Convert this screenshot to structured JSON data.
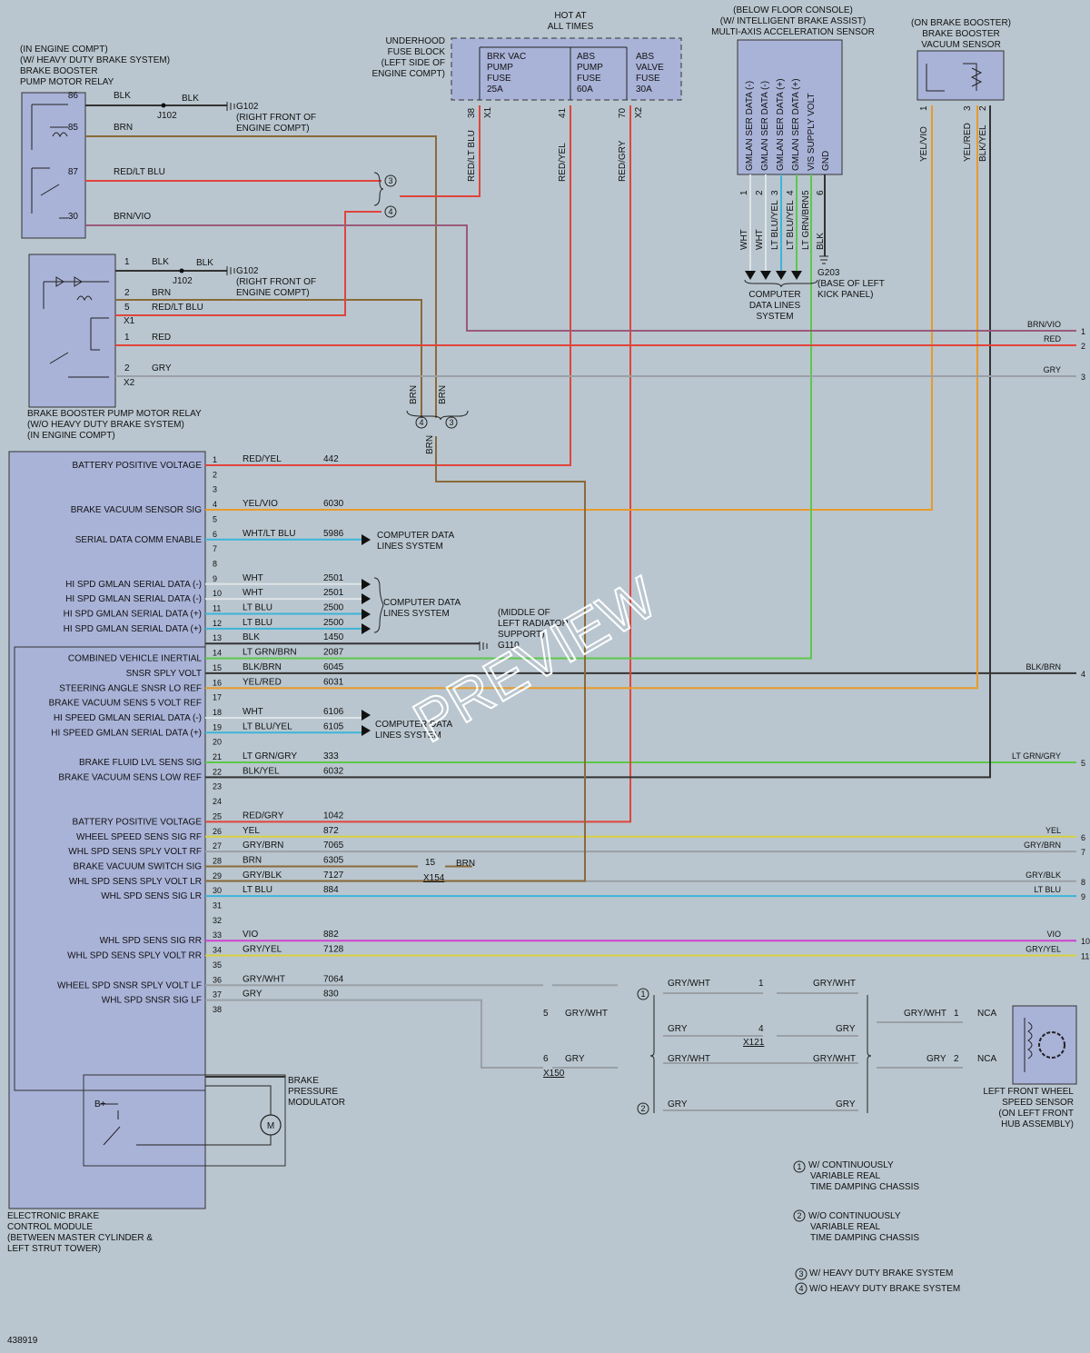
{
  "diagram_id": "438919",
  "watermark": "PREVIEW",
  "components": {
    "hd_relay": [
      "(IN ENGINE COMPT)",
      "(W/ HEAVY DUTY BRAKE SYSTEM)",
      "BRAKE BOOSTER",
      "PUMP MOTOR RELAY"
    ],
    "wo_hd_relay": [
      "BRAKE BOOSTER PUMP MOTOR RELAY",
      "(W/O HEAVY DUTY BRAKE SYSTEM)",
      "(IN ENGINE COMPT)"
    ],
    "fuse_block": [
      "UNDERHOOD",
      "FUSE BLOCK",
      "(LEFT SIDE OF",
      "ENGINE COMPT)"
    ],
    "hot_at": [
      "HOT AT",
      "ALL TIMES"
    ],
    "accel_sensor": [
      "(BELOW FLOOR CONSOLE)",
      "(W/ INTELLIGENT BRAKE ASSIST)",
      "MULTI-AXIS ACCELERATION SENSOR"
    ],
    "vacuum_sensor": [
      "(ON BRAKE BOOSTER)",
      "BRAKE BOOSTER",
      "VACUUM SENSOR"
    ],
    "ebcm": [
      "ELECTRONIC BRAKE",
      "CONTROL MODULE",
      "(BETWEEN MASTER CYLINDER &",
      "LEFT STRUT TOWER)"
    ],
    "modulator": [
      "BRAKE",
      "PRESSURE",
      "MODULATOR"
    ],
    "wheel_sensor": [
      "LEFT FRONT WHEEL",
      "SPEED SENSOR",
      "(ON LEFT FRONT",
      "HUB ASSEMBLY)"
    ],
    "b_plus": "B+",
    "cdl_accel": [
      "COMPUTER",
      "DATA LINES",
      "SYSTEM"
    ],
    "cdl_6": [
      "COMPUTER DATA",
      "LINES SYSTEM"
    ],
    "cdl_9": [
      "COMPUTER DATA",
      "LINES SYSTEM"
    ],
    "cdl_18": [
      "COMPUTER DATA",
      "LINES SYSTEM"
    ]
  },
  "fuses": [
    [
      "BRK VAC",
      "PUMP",
      "FUSE",
      "25A"
    ],
    [
      "ABS",
      "PUMP",
      "FUSE",
      "60A"
    ],
    [
      "ABS",
      "VALVE",
      "FUSE",
      "30A"
    ]
  ],
  "grounds": {
    "g102_a": [
      "G102",
      "(RIGHT FRONT OF",
      "ENGINE COMPT)"
    ],
    "g102_b": [
      "G102",
      "(RIGHT FRONT OF",
      "ENGINE COMPT)"
    ],
    "g110": [
      "(MIDDLE OF",
      "LEFT RADIATOR",
      "SUPPORT)",
      "G110"
    ],
    "g203": [
      "G203",
      "(BASE OF LEFT",
      "KICK PANEL)"
    ]
  },
  "splices": {
    "j102": "J102"
  },
  "notes": {
    "n1": "1",
    "n2": "2",
    "n3": "3",
    "n4": "4",
    "items": [
      [
        "W/ CONTINUOUSLY",
        "VARIABLE REAL",
        "TIME DAMPING CHASSIS"
      ],
      [
        "W/O CONTINUOUSLY",
        "VARIABLE REAL",
        "TIME DAMPING CHASSIS"
      ],
      [
        "W/ HEAVY DUTY BRAKE SYSTEM"
      ],
      [
        "W/O HEAVY DUTY BRAKE SYSTEM"
      ]
    ]
  },
  "colors": {
    "red": "#e0443c",
    "brown": "#8a6a3a",
    "orange": "#e89a2a",
    "blue": "#3cb4d8",
    "green": "#5cc84a",
    "gray": "#9aa0a6",
    "black": "#333333",
    "violet": "#d040d0",
    "yellow": "#d8d040",
    "white": "#dfe4e8",
    "brnvio": "#9a5a7a"
  },
  "ebcm_pins": [
    {
      "pin": "1",
      "label": "BATTERY POSITIVE VOLTAGE",
      "color": "RED/YEL",
      "circuit": "442"
    },
    {
      "pin": "2",
      "label": "",
      "color": "",
      "circuit": ""
    },
    {
      "pin": "3",
      "label": "",
      "color": "",
      "circuit": ""
    },
    {
      "pin": "4",
      "label": "BRAKE VACUUM SENSOR SIG",
      "color": "YEL/VIO",
      "circuit": "6030"
    },
    {
      "pin": "5",
      "label": "",
      "color": "",
      "circuit": ""
    },
    {
      "pin": "6",
      "label": "SERIAL DATA COMM ENABLE",
      "color": "WHT/LT BLU",
      "circuit": "5986"
    },
    {
      "pin": "7",
      "label": "",
      "color": "",
      "circuit": ""
    },
    {
      "pin": "8",
      "label": "",
      "color": "",
      "circuit": ""
    },
    {
      "pin": "9",
      "label": "HI SPD GMLAN SERIAL DATA (-)",
      "color": "WHT",
      "circuit": "2501"
    },
    {
      "pin": "10",
      "label": "HI SPD GMLAN SERIAL DATA (-)",
      "color": "WHT",
      "circuit": "2501"
    },
    {
      "pin": "11",
      "label": "HI SPD GMLAN SERIAL DATA (+)",
      "color": "LT BLU",
      "circuit": "2500"
    },
    {
      "pin": "12",
      "label": "HI SPD GMLAN SERIAL DATA (+)",
      "color": "LT BLU",
      "circuit": "2500"
    },
    {
      "pin": "13",
      "label": "",
      "color": "BLK",
      "circuit": "1450"
    },
    {
      "pin": "14",
      "label": "COMBINED VEHICLE INERTIAL",
      "color": "LT GRN/BRN",
      "circuit": "2087"
    },
    {
      "pin": "15",
      "label": "SNSR SPLY VOLT",
      "color": "BLK/BRN",
      "circuit": "6045"
    },
    {
      "pin": "16",
      "label": "STEERING ANGLE SNSR LO REF",
      "color": "YEL/RED",
      "circuit": "6031"
    },
    {
      "pin": "17",
      "label": "BRAKE VACUUM SENS 5 VOLT REF",
      "color": "",
      "circuit": ""
    },
    {
      "pin": "18",
      "label": "HI SPEED GMLAN SERIAL DATA (-)",
      "color": "WHT",
      "circuit": "6106"
    },
    {
      "pin": "19",
      "label": "HI SPEED GMLAN SERIAL DATA (+)",
      "color": "LT BLU/YEL",
      "circuit": "6105"
    },
    {
      "pin": "20",
      "label": "",
      "color": "",
      "circuit": ""
    },
    {
      "pin": "21",
      "label": "BRAKE FLUID LVL SENS SIG",
      "color": "LT GRN/GRY",
      "circuit": "333"
    },
    {
      "pin": "22",
      "label": "BRAKE VACUUM SENS LOW REF",
      "color": "BLK/YEL",
      "circuit": "6032"
    },
    {
      "pin": "23",
      "label": "",
      "color": "",
      "circuit": ""
    },
    {
      "pin": "24",
      "label": "",
      "color": "",
      "circuit": ""
    },
    {
      "pin": "25",
      "label": "BATTERY POSITIVE VOLTAGE",
      "color": "RED/GRY",
      "circuit": "1042"
    },
    {
      "pin": "26",
      "label": "WHEEL SPEED SENS SIG RF",
      "color": "YEL",
      "circuit": "872"
    },
    {
      "pin": "27",
      "label": "WHL SPD SENS SPLY VOLT RF",
      "color": "GRY/BRN",
      "circuit": "7065"
    },
    {
      "pin": "28",
      "label": "BRAKE VACUUM SWITCH SIG",
      "color": "BRN",
      "circuit": "6305"
    },
    {
      "pin": "29",
      "label": "WHL SPD SENS SPLY VOLT LR",
      "color": "GRY/BLK",
      "circuit": "7127"
    },
    {
      "pin": "30",
      "label": "WHL SPD SENS SIG LR",
      "color": "LT BLU",
      "circuit": "884"
    },
    {
      "pin": "31",
      "label": "",
      "color": "",
      "circuit": ""
    },
    {
      "pin": "32",
      "label": "",
      "color": "",
      "circuit": ""
    },
    {
      "pin": "33",
      "label": "WHL SPD SENS SIG RR",
      "color": "VIO",
      "circuit": "882"
    },
    {
      "pin": "34",
      "label": "WHL SPD SENS SPLY VOLT RR",
      "color": "GRY/YEL",
      "circuit": "7128"
    },
    {
      "pin": "35",
      "label": "",
      "color": "",
      "circuit": ""
    },
    {
      "pin": "36",
      "label": "WHEEL SPD SNSR SPLY VOLT LF",
      "color": "GRY/WHT",
      "circuit": "7064"
    },
    {
      "pin": "37",
      "label": "WHL SPD SNSR SIG LF",
      "color": "GRY",
      "circuit": "830"
    },
    {
      "pin": "38",
      "label": "",
      "color": "",
      "circuit": ""
    }
  ],
  "right_edge": [
    {
      "num": "1",
      "label": "BRN/VIO"
    },
    {
      "num": "2",
      "label": "RED"
    },
    {
      "num": "3",
      "label": "GRY"
    },
    {
      "num": "4",
      "label": "BLK/BRN"
    },
    {
      "num": "5",
      "label": "LT GRN/GRY"
    },
    {
      "num": "6",
      "label": "YEL"
    },
    {
      "num": "7",
      "label": "GRY/BRN"
    },
    {
      "num": "8",
      "label": "GRY/BLK"
    },
    {
      "num": "9",
      "label": "LT BLU"
    },
    {
      "num": "10",
      "label": "VIO"
    },
    {
      "num": "11",
      "label": "GRY/YEL"
    }
  ],
  "relay_hd": [
    {
      "pin": "86",
      "wire": "BLK"
    },
    {
      "pin": "85",
      "wire": "BRN"
    },
    {
      "pin": "87",
      "wire": "RED/LT BLU"
    },
    {
      "pin": "30",
      "wire": "BRN/VIO"
    }
  ],
  "relay_wo_hd": [
    {
      "pin": "1",
      "wire": "BLK"
    },
    {
      "pin": "2",
      "wire": "BRN"
    },
    {
      "pin": "5",
      "wire": "RED/LT BLU"
    },
    {
      "pin": "1",
      "wire": "RED"
    },
    {
      "pin": "2",
      "wire": "GRY"
    }
  ],
  "misc_texts": {
    "blk": "BLK",
    "x1": "X1",
    "x2": "X2",
    "x121": "X121",
    "x150": "X150",
    "x154": "X154",
    "nca": "NCA",
    "brn": "BRN",
    "gry": "GRY",
    "grywht": "GRY/WHT",
    "p1": "1",
    "p2": "2",
    "p3": "3",
    "p4": "4",
    "p5": "5",
    "p6": "6",
    "p15": "15"
  },
  "vertical_labels": {
    "fuse_pins": [
      {
        "pin": "38",
        "wire": "RED/LT BLU"
      },
      {
        "pin": "41",
        "wire": "RED/YEL"
      },
      {
        "pin": "70",
        "wire": "RED/GRY"
      }
    ],
    "accel_pins": [
      {
        "name": "GMLAN SER DATA (-)",
        "pin": "1",
        "wire": "WHT"
      },
      {
        "name": "GMLAN SER DATA (-)",
        "pin": "2",
        "wire": "WHT"
      },
      {
        "name": "GMLAN SER DATA (+)",
        "pin": "3",
        "wire": "LT BLU/YEL"
      },
      {
        "name": "GMLAN SER DATA (+)",
        "pin": "4",
        "wire": "LT BLU/YEL"
      },
      {
        "name": "VIS SUPPLY VOLT",
        "pin": "5",
        "wire": "LT GRN/BRN"
      },
      {
        "name": "GND",
        "pin": "6",
        "wire": "BLK"
      }
    ],
    "vac_pins": [
      {
        "pin": "1",
        "wire": "YEL/VIO"
      },
      {
        "pin": "3",
        "wire": "YEL/RED"
      },
      {
        "pin": "2",
        "wire": "BLK/YEL"
      }
    ],
    "brn": "BRN"
  }
}
